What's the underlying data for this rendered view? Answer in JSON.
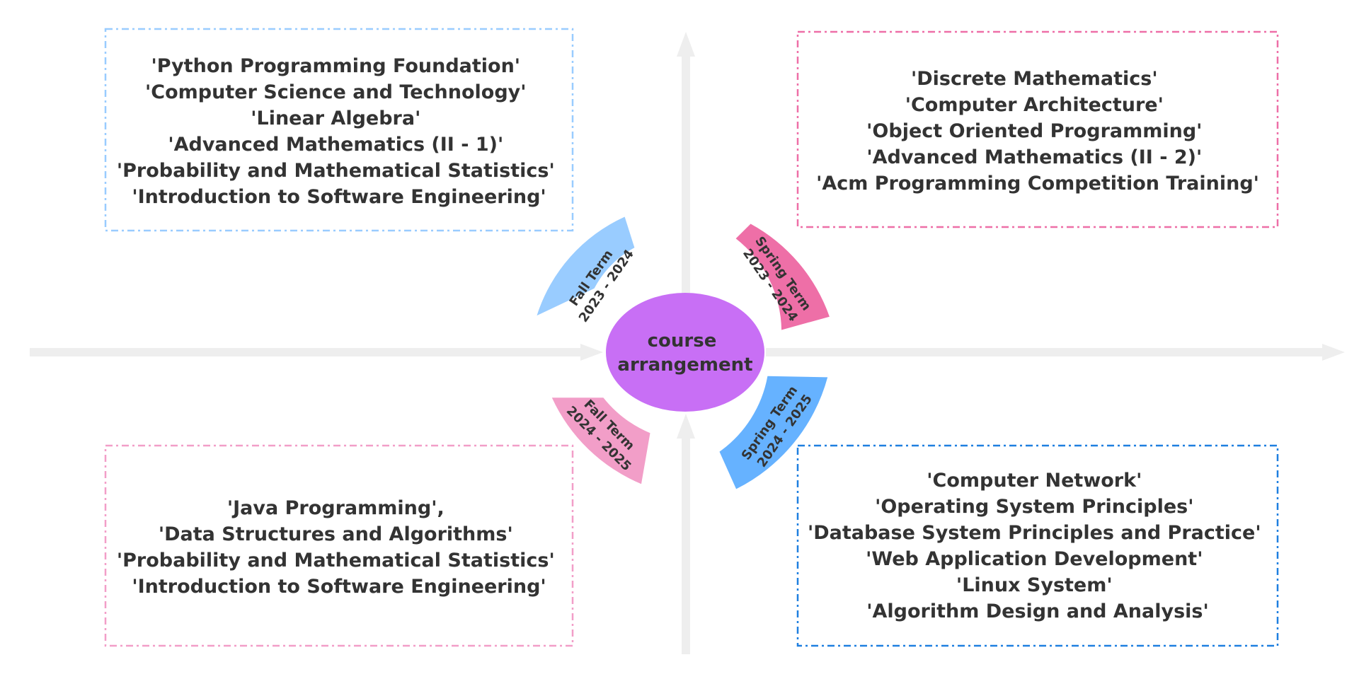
{
  "center": {
    "label_line1": "course",
    "label_line2": "arrangement",
    "color": "#C86FF5"
  },
  "colors": {
    "axis": "#EEEEEE",
    "text": "#333333"
  },
  "quadrants": [
    {
      "id": "fall-2023-2024",
      "term_line1": "Fall Term",
      "term_line2": "2023 - 2024",
      "tab_color": "#99CCFF",
      "border_color": "#99CCFF",
      "courses": [
        "'Python Programming Foundation'",
        "'Computer Science and Technology'",
        "'Linear Algebra'",
        "'Advanced Mathematics (II - 1)'",
        "'Probability and Mathematical Statistics'",
        "'Introduction to Software Engineering'"
      ]
    },
    {
      "id": "spring-2023-2024",
      "term_line1": "Spring Term",
      "term_line2": "2023 - 2024",
      "tab_color": "#EE6FA7",
      "border_color": "#EE6FA7",
      "courses": [
        "'Discrete Mathematics'",
        "'Computer Architecture'",
        "'Object Oriented Programming'",
        "'Advanced Mathematics (II - 2)'",
        "'Acm Programming Competition Training'"
      ]
    },
    {
      "id": "fall-2024-2025",
      "term_line1": "Fall Term",
      "term_line2": "2024 - 2025",
      "tab_color": "#F29EC8",
      "border_color": "#F29EC8",
      "courses": [
        "'Java Programming',",
        "'Data Structures and Algorithms'",
        "'Probability and Mathematical Statistics'",
        "'Introduction to Software Engineering'"
      ]
    },
    {
      "id": "spring-2024-2025",
      "term_line1": "Spring Term",
      "term_line2": "2024 - 2025",
      "tab_color": "#66B2FF",
      "border_color": "#1E7FE0",
      "courses": [
        "'Computer Network'",
        "'Operating System Principles'",
        "'Database System Principles and Practice'",
        "'Web Application Development'",
        "'Linux System'",
        "'Algorithm Design and Analysis'"
      ]
    }
  ]
}
